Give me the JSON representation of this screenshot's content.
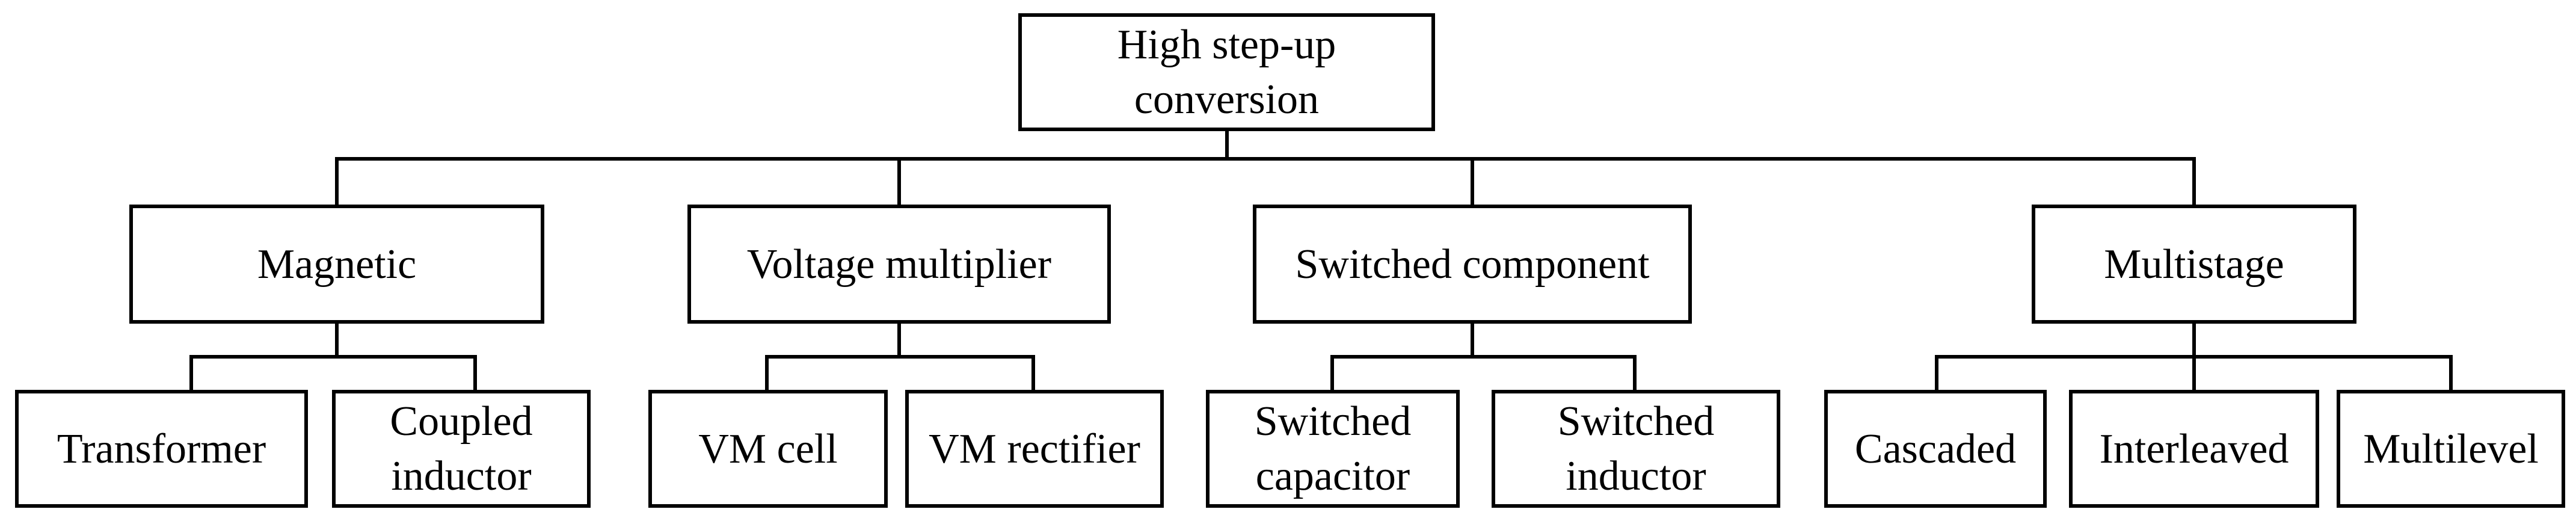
{
  "diagram": {
    "root": "High step-up\nconversion",
    "categories": [
      {
        "label": "Magnetic",
        "children": [
          "Transformer",
          "Coupled\ninductor"
        ]
      },
      {
        "label": "Voltage multiplier",
        "children": [
          "VM cell",
          "VM rectifier"
        ]
      },
      {
        "label": "Switched component",
        "children": [
          "Switched\ncapacitor",
          "Switched\ninductor"
        ]
      },
      {
        "label": "Multistage",
        "children": [
          "Cascaded",
          "Interleaved",
          "Multilevel"
        ]
      }
    ]
  }
}
